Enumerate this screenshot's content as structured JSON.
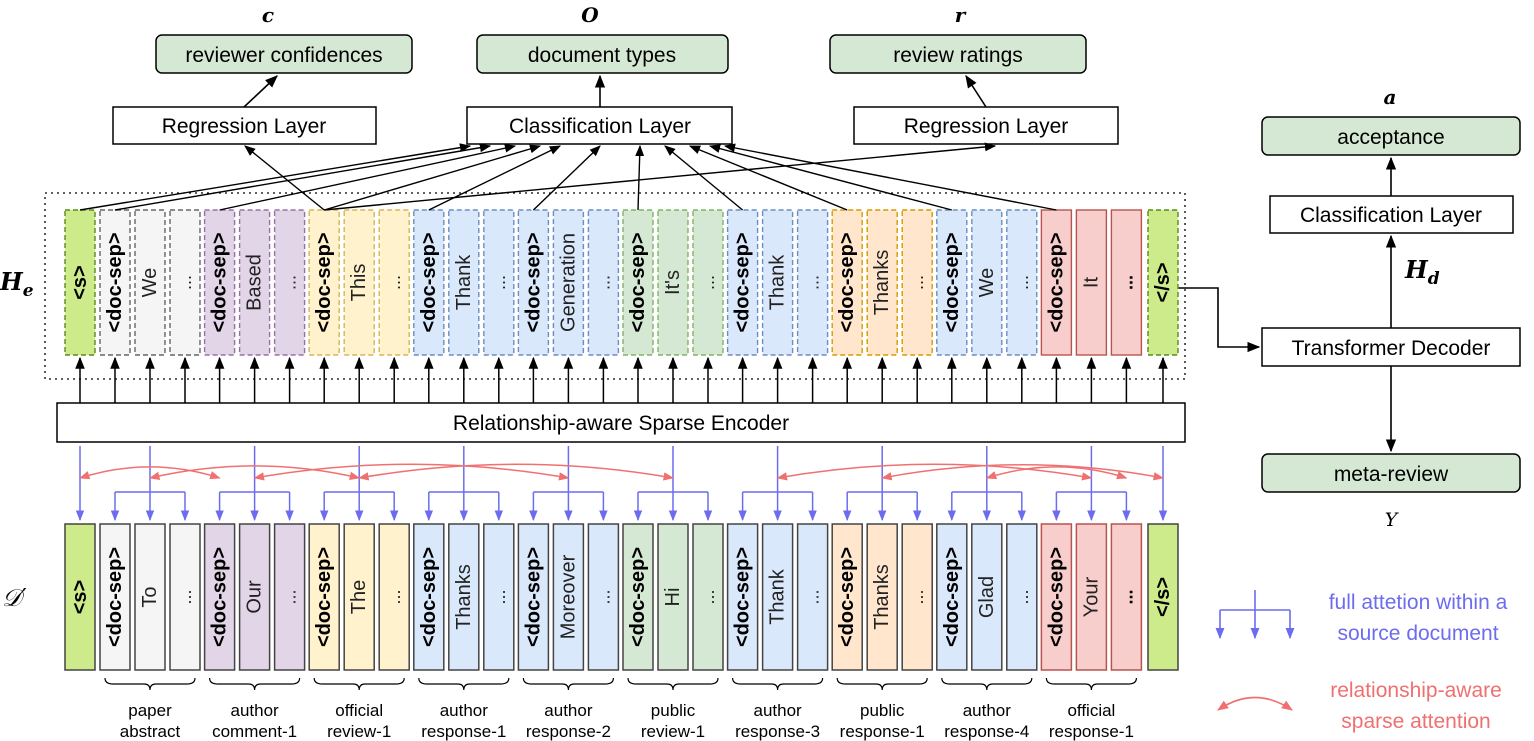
{
  "outputs": {
    "c_symbol": "c",
    "o_symbol": "O",
    "r_symbol": "r",
    "a_symbol": "a",
    "y_symbol": "Y",
    "reviewer_confidences": "reviewer confidences",
    "document_types": "document types",
    "review_ratings": "review ratings",
    "acceptance": "acceptance",
    "meta_review": "meta-review"
  },
  "layers": {
    "regression_left": "Regression Layer",
    "classification": "Classification Layer",
    "regression_right": "Regression Layer",
    "decoder_classification": "Classification Layer",
    "transformer_decoder": "Transformer Decoder",
    "encoder": "Relationship-aware Sparse Encoder"
  },
  "symbols": {
    "he_main": "H",
    "he_sub": "e",
    "hd_main": "H",
    "hd_sub": "d",
    "d_prime": "𝒟′"
  },
  "colors": {
    "green_box": "#d5e8d4",
    "green_token": "#cdeb8b",
    "grey": "#f5f5f5",
    "purple": "#e1d5e7",
    "yellow": "#fff2cc",
    "blue": "#dae8fc",
    "lightgreen": "#d5e8d4",
    "orange": "#ffe6cc",
    "red": "#f8cecc",
    "blue_arrow": "#6c6cf0",
    "red_arrow": "#f07070"
  },
  "top_tokens": [
    {
      "text": "<s>",
      "color": "green_token",
      "bold": true
    },
    {
      "text": "<doc-sep>",
      "color": "grey",
      "bold": true
    },
    {
      "text": "We",
      "color": "grey",
      "bold": false
    },
    {
      "text": "...",
      "color": "grey",
      "bold": false
    },
    {
      "text": "<doc-sep>",
      "color": "purple",
      "bold": true
    },
    {
      "text": "Based",
      "color": "purple",
      "bold": false
    },
    {
      "text": "...",
      "color": "purple",
      "bold": false
    },
    {
      "text": "<doc-sep>",
      "color": "yellow",
      "bold": true
    },
    {
      "text": "This",
      "color": "yellow",
      "bold": false
    },
    {
      "text": "...",
      "color": "yellow",
      "bold": false
    },
    {
      "text": "<doc-sep>",
      "color": "blue",
      "bold": true
    },
    {
      "text": "Thank",
      "color": "blue",
      "bold": false
    },
    {
      "text": "...",
      "color": "blue",
      "bold": false
    },
    {
      "text": "<doc-sep>",
      "color": "blue",
      "bold": true
    },
    {
      "text": "Generation",
      "color": "blue",
      "bold": false
    },
    {
      "text": "...",
      "color": "blue",
      "bold": false
    },
    {
      "text": "<doc-sep>",
      "color": "lightgreen",
      "bold": true
    },
    {
      "text": "It's",
      "color": "lightgreen",
      "bold": false
    },
    {
      "text": "...",
      "color": "lightgreen",
      "bold": false
    },
    {
      "text": "<doc-sep>",
      "color": "blue",
      "bold": true
    },
    {
      "text": "Thank",
      "color": "blue",
      "bold": false
    },
    {
      "text": "...",
      "color": "blue",
      "bold": false
    },
    {
      "text": "<doc-sep>",
      "color": "orange",
      "bold": true
    },
    {
      "text": "Thanks",
      "color": "orange",
      "bold": false
    },
    {
      "text": "...",
      "color": "orange",
      "bold": false
    },
    {
      "text": "<doc-sep>",
      "color": "blue",
      "bold": true
    },
    {
      "text": "We",
      "color": "blue",
      "bold": false
    },
    {
      "text": "...",
      "color": "blue",
      "bold": false
    },
    {
      "text": "<doc-sep>",
      "color": "red",
      "bold": true
    },
    {
      "text": "It",
      "color": "red",
      "bold": false
    },
    {
      "text": "...",
      "color": "red",
      "bold": true
    },
    {
      "text": "</s>",
      "color": "green_token",
      "bold": true
    }
  ],
  "bottom_tokens": [
    {
      "text": "<s>",
      "color": "green_token",
      "bold": true
    },
    {
      "text": "<doc-sep>",
      "color": "grey",
      "bold": true
    },
    {
      "text": "To",
      "color": "grey",
      "bold": false
    },
    {
      "text": "...",
      "color": "grey",
      "bold": false
    },
    {
      "text": "<doc-sep>",
      "color": "purple",
      "bold": true
    },
    {
      "text": "Our",
      "color": "purple",
      "bold": false
    },
    {
      "text": "...",
      "color": "purple",
      "bold": false
    },
    {
      "text": "<doc-sep>",
      "color": "yellow",
      "bold": true
    },
    {
      "text": "The",
      "color": "yellow",
      "bold": false
    },
    {
      "text": "...",
      "color": "yellow",
      "bold": false
    },
    {
      "text": "<doc-sep>",
      "color": "blue",
      "bold": true
    },
    {
      "text": "Thanks",
      "color": "blue",
      "bold": false
    },
    {
      "text": "...",
      "color": "blue",
      "bold": false
    },
    {
      "text": "<doc-sep>",
      "color": "blue",
      "bold": true
    },
    {
      "text": "Moreover",
      "color": "blue",
      "bold": false
    },
    {
      "text": "...",
      "color": "blue",
      "bold": false
    },
    {
      "text": "<doc-sep>",
      "color": "lightgreen",
      "bold": true
    },
    {
      "text": "Hi",
      "color": "lightgreen",
      "bold": false
    },
    {
      "text": "...",
      "color": "lightgreen",
      "bold": false
    },
    {
      "text": "<doc-sep>",
      "color": "blue",
      "bold": true
    },
    {
      "text": "Thank",
      "color": "blue",
      "bold": false
    },
    {
      "text": "...",
      "color": "blue",
      "bold": false
    },
    {
      "text": "<doc-sep>",
      "color": "orange",
      "bold": true
    },
    {
      "text": "Thanks",
      "color": "orange",
      "bold": false
    },
    {
      "text": "...",
      "color": "orange",
      "bold": false
    },
    {
      "text": "<doc-sep>",
      "color": "blue",
      "bold": true
    },
    {
      "text": "Glad",
      "color": "blue",
      "bold": false
    },
    {
      "text": "...",
      "color": "blue",
      "bold": false
    },
    {
      "text": "<doc-sep>",
      "color": "red",
      "bold": true
    },
    {
      "text": "Your",
      "color": "red",
      "bold": false
    },
    {
      "text": "...",
      "color": "red",
      "bold": true
    },
    {
      "text": "</s>",
      "color": "green_token",
      "bold": true
    }
  ],
  "groups": [
    {
      "line1": "paper",
      "line2": "abstract"
    },
    {
      "line1": "author",
      "line2": "comment-1"
    },
    {
      "line1": "official",
      "line2": "review-1"
    },
    {
      "line1": "author",
      "line2": "response-1"
    },
    {
      "line1": "author",
      "line2": "response-2"
    },
    {
      "line1": "public",
      "line2": "review-1"
    },
    {
      "line1": "author",
      "line2": "response-3"
    },
    {
      "line1": "public",
      "line2": "response-1"
    },
    {
      "line1": "author",
      "line2": "response-4"
    },
    {
      "line1": "official",
      "line2": "response-1"
    }
  ],
  "legend": {
    "full_line1": "full attetion within a",
    "full_line2": "source document",
    "sparse_line1": "relationship-aware",
    "sparse_line2": "sparse attention"
  }
}
